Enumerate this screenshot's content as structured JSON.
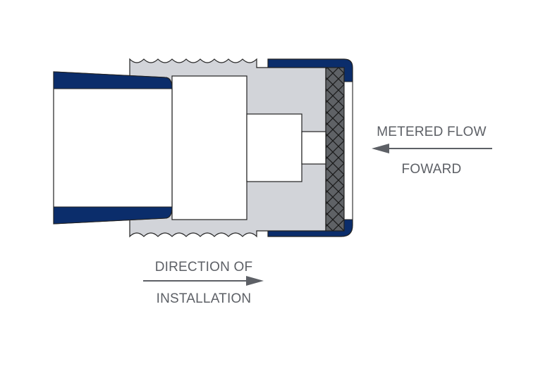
{
  "labels": {
    "flow_line1": "METERED FLOW",
    "flow_line2": "FOWARD",
    "install_line1": "DIRECTION OF",
    "install_line2": "INSTALLATION"
  },
  "colors": {
    "navy": "#0b2d6b",
    "fitting_gray": "#d2d4d9",
    "screen_dark": "#5f6266",
    "outline": "#222222",
    "arrow": "#5d6066",
    "label_text": "#5d6066"
  }
}
